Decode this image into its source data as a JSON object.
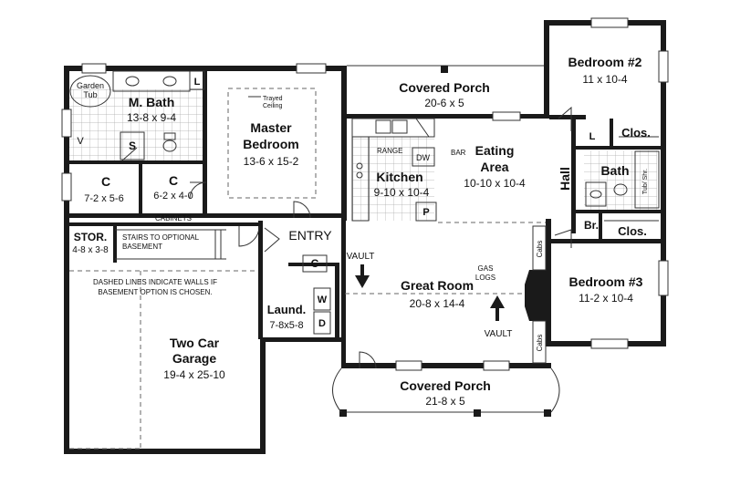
{
  "rooms": {
    "bedroom2": {
      "name": "Bedroom #2",
      "dims": "11 x 10-4"
    },
    "covered_porch_top": {
      "name": "Covered Porch",
      "dims": "20-6 x 5"
    },
    "m_bath": {
      "name": "M. Bath",
      "dims": "13-8 x 9-4"
    },
    "master_bedroom": {
      "name1": "Master",
      "name2": "Bedroom",
      "dims": "13-6 x 15-2"
    },
    "eating_area": {
      "name1": "Eating",
      "name2": "Area",
      "dims": "10-10 x 10-4"
    },
    "kitchen": {
      "name": "Kitchen",
      "dims": "9-10 x 10-4"
    },
    "closet_a": {
      "name": "C",
      "dims": "7-2 x 5-6"
    },
    "closet_b": {
      "name": "C",
      "dims": "6-2 x 4-0"
    },
    "clos_top": {
      "name": "Clos."
    },
    "bath": {
      "name": "Bath"
    },
    "hall": {
      "name": "Hall"
    },
    "br": {
      "name": "Br."
    },
    "clos_bottom": {
      "name": "Clos."
    },
    "storage": {
      "name": "STOR.",
      "dims": "4-8 x 3-8"
    },
    "entry": {
      "name": "ENTRY"
    },
    "great_room": {
      "name": "Great Room",
      "dims": "20-8 x 14-4"
    },
    "bedroom3": {
      "name": "Bedroom #3",
      "dims": "11-2 x 10-4"
    },
    "laundry": {
      "name": "Laund.",
      "dims": "7-8x5-8"
    },
    "garage": {
      "name1": "Two Car",
      "name2": "Garage",
      "dims": "19-4 x 25-10"
    },
    "covered_porch_bottom": {
      "name": "Covered Porch",
      "dims": "21-8 x 5"
    }
  },
  "labels": {
    "garden_tub1": "Garden",
    "garden_tub2": "Tub",
    "trayed1": "Trayed",
    "trayed2": "Ceiling",
    "range": "RANGE",
    "dw": "DW",
    "bar": "BAR",
    "pantry": "P",
    "cabinets": "CABINETS",
    "stairs1": "STAIRS TO OPTIONAL",
    "stairs2": "BASEMENT",
    "dashed1": "DASHED LINES INDICATE WALLS IF",
    "dashed2": "BASEMENT OPTION IS CHOSEN.",
    "vault_left": "VAULT",
    "vault_right": "VAULT",
    "gas1": "GAS",
    "gas2": "LOGS",
    "cabs_top": "Cabs",
    "cabs_bottom": "Cabs",
    "linen_l_bath": "L",
    "linen_l_hall": "L",
    "vanity_v": "V",
    "shower_s": "S",
    "coat_c": "C",
    "washer_w": "W",
    "dryer_d": "D",
    "tub_shr": "Tub/ Shr."
  }
}
